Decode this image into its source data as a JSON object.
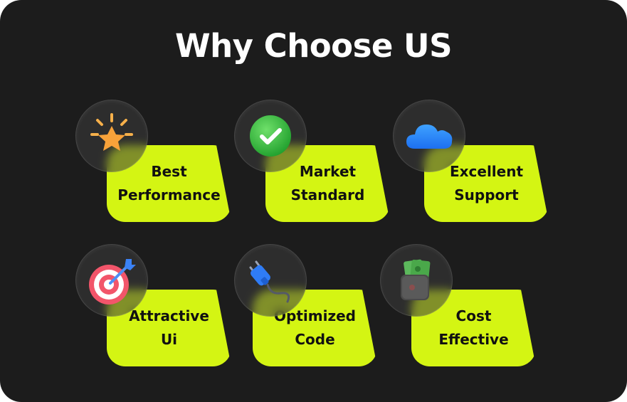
{
  "title": "Why Choose US",
  "features": [
    {
      "lines": [
        "Best",
        "Performance"
      ],
      "icon": "star-icon"
    },
    {
      "lines": [
        "Market",
        "Standard"
      ],
      "icon": "check-icon"
    },
    {
      "lines": [
        "Excellent",
        "Support"
      ],
      "icon": "cloud-icon"
    },
    {
      "lines": [
        "Attractive",
        "Ui"
      ],
      "icon": "target-icon"
    },
    {
      "lines": [
        "Optimized",
        "Code"
      ],
      "icon": "plug-icon"
    },
    {
      "lines": [
        "Cost",
        "Effective"
      ],
      "icon": "wallet-icon"
    }
  ],
  "colors": {
    "background": "#1c1c1c",
    "accent": "#d4f513",
    "title_text": "#ffffff",
    "label_text": "#111111"
  }
}
